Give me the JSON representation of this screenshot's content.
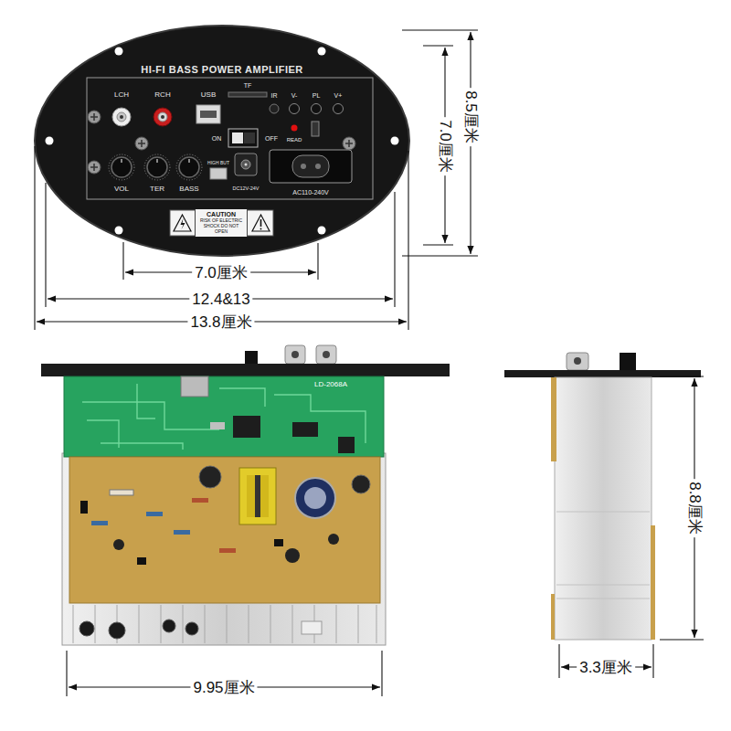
{
  "diagram": {
    "nodes": [
      {
        "text": [
          "CAUTION",
          "RISK OF ELECTRIC SHOCK DO NOT OPEN"
        ]
      }
    ],
    "labels": [
      "HI-FI BASS POWER AMPLIFIER",
      "LCH",
      "RCH",
      "USB",
      "TF",
      "IR",
      "V-",
      "PL",
      "V+",
      "ON",
      "OFF",
      "READ",
      "VOL",
      "TER",
      "BASS",
      "HIGH BUT",
      "DC12V-24V",
      "AC110-240V",
      "7.0厘米",
      "8.5厘米",
      "7.0厘米",
      "12.4&13",
      "13.8厘米",
      "LD-2068A",
      "9.95厘米",
      "8.8厘米",
      "3.3厘米"
    ]
  }
}
